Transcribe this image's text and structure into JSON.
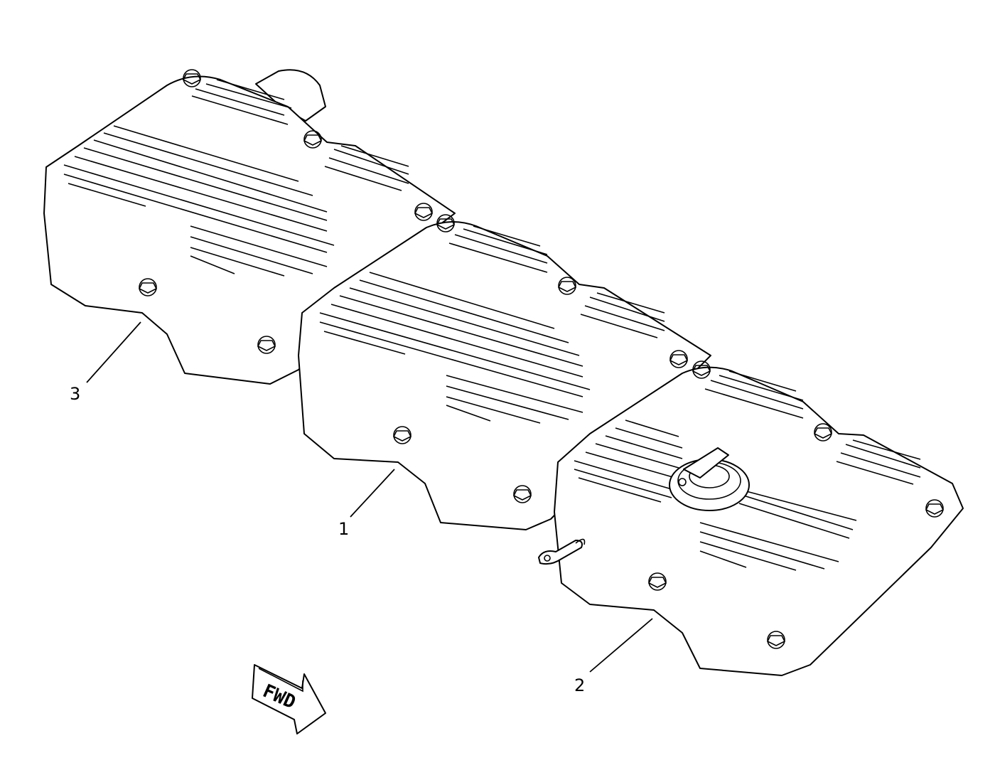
{
  "callouts": {
    "part_1": "1",
    "part_2": "2",
    "part_3": "3"
  },
  "direction_arrow": {
    "label": "FWD"
  }
}
